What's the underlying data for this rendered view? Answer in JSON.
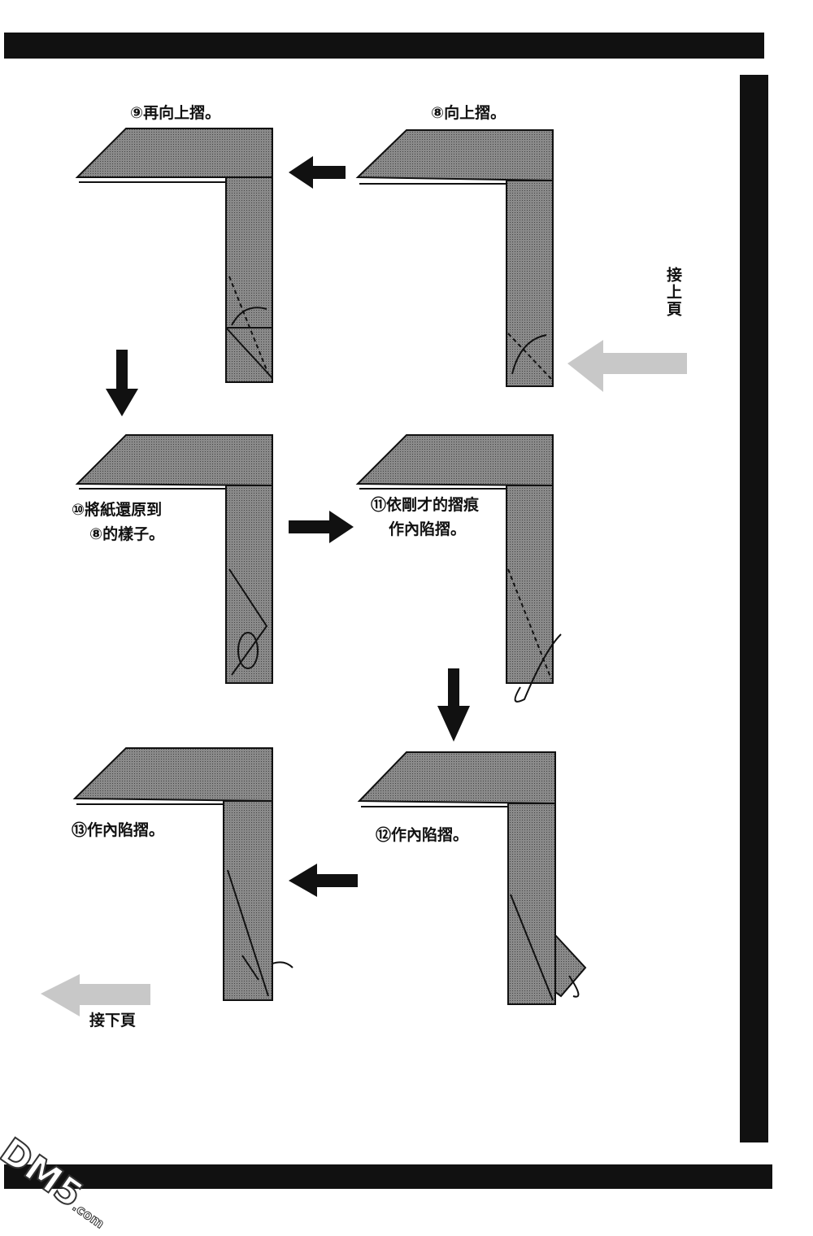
{
  "steps": [
    {
      "number": "⑨",
      "text": "再向上摺。"
    },
    {
      "number": "⑧",
      "text": "向上摺。"
    },
    {
      "number": "⑩",
      "line1": "將紙還原到",
      "line2": "⑧的樣子。"
    },
    {
      "number": "⑪",
      "line1": "依剛才的摺痕",
      "line2": "作內陷摺。"
    },
    {
      "number": "⑫",
      "text": "作內陷摺。"
    },
    {
      "number": "⑬",
      "text": "作內陷摺。"
    }
  ],
  "nav": {
    "continued_from": "接上頁",
    "continued_next": "接下頁"
  },
  "watermark": {
    "main": "DM5",
    "suffix": ".com"
  },
  "colors": {
    "paper": "#7a7a7a",
    "ink": "#111111",
    "nav_arrow": "#c8c8c8"
  }
}
